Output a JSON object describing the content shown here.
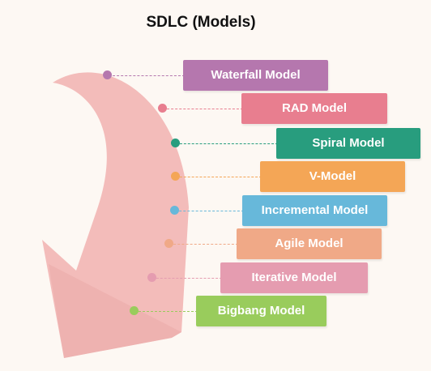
{
  "title": "SDLC (Models)",
  "arrow_color": "#f3bcba",
  "models": [
    {
      "label": "Waterfall Model",
      "color": "#b577ae"
    },
    {
      "label": "RAD Model",
      "color": "#e87e8f"
    },
    {
      "label": "Spiral Model",
      "color": "#289d7e"
    },
    {
      "label": "V-Model",
      "color": "#f4a656"
    },
    {
      "label": "Incremental Model",
      "color": "#67b8da"
    },
    {
      "label": "Agile Model",
      "color": "#f0a987"
    },
    {
      "label": "Iterative Model",
      "color": "#e59cb0"
    },
    {
      "label": "Bigbang Model",
      "color": "#99cc5c"
    }
  ]
}
